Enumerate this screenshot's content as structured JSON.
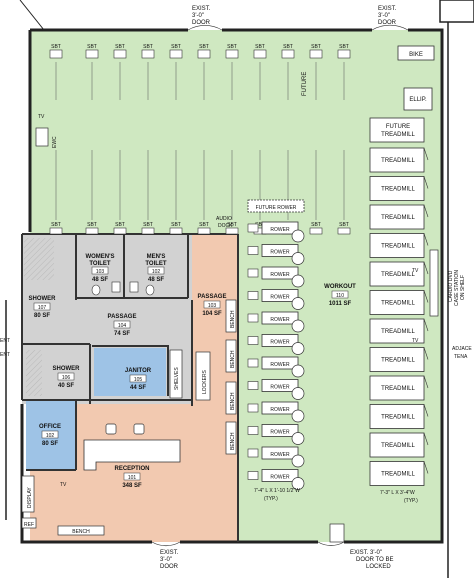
{
  "doors": {
    "top_left": [
      "EXIST.",
      "3'-0\"",
      "DOOR"
    ],
    "top_right": [
      "EXIST.",
      "3'-0\"",
      "DOOR"
    ],
    "bottom_left": [
      "EXIST.",
      "3'-0\"",
      "DOOR"
    ],
    "bottom_right": [
      "EXIST. 3'-0\"",
      "DOOR TO BE",
      "LOCKED"
    ]
  },
  "rooms": {
    "workout": {
      "name": "WORKOUT",
      "number": "110",
      "area": "1011 SF"
    },
    "passage103": {
      "name": "PASSAGE",
      "number": "103",
      "area": "104 SF"
    },
    "passage104": {
      "name": "PASSAGE",
      "number": "104",
      "area": "74 SF"
    },
    "womens": {
      "name": [
        "WOMEN'S",
        "TOILET"
      ],
      "number": "103",
      "area": "48 SF"
    },
    "mens": {
      "name": [
        "MEN'S",
        "TOILET"
      ],
      "number": "102",
      "area": "48 SF"
    },
    "shower107": {
      "name": "SHOWER",
      "number": "107",
      "area": "80 SF"
    },
    "shower106": {
      "name": "SHOWER",
      "number": "106",
      "area": "40 SF"
    },
    "janitor": {
      "name": "JANITOR",
      "number": "105",
      "area": "44 SF"
    },
    "office": {
      "name": "OFFICE",
      "number": "102",
      "area": "80 SF"
    },
    "reception": {
      "name": "RECEPTION",
      "number": "101",
      "area": "348 SF"
    }
  },
  "equipment": {
    "bike": "BIKE",
    "ellip": "ELLIP.",
    "future_treadmill": [
      "FUTURE",
      "TREADMILL"
    ],
    "treadmill": "TREADMILL",
    "future_rower": "FUTURE ROWER",
    "rower": "ROWER",
    "bench": "BENCH",
    "shelves": "SHELVES",
    "lockers": "LOCKERS",
    "future_vertical": "FUTURE",
    "sbt": "SBT",
    "tv": "TV",
    "ewc": "EWC",
    "audio_dock": [
      "AUDIO",
      "DOCK"
    ],
    "cardio_dvd": [
      "CARDIO DVD",
      "CASE STATION",
      "ON SHELF"
    ],
    "display": "DISPLAY",
    "ref": "REF",
    "adjacent": [
      "ADJACE",
      "TENA"
    ],
    "left_edge": [
      "ENT",
      "ENT"
    ]
  },
  "dimensions": {
    "rower_typ": [
      "7'-4\" L X 1'-10 1/2\"W",
      "(TYP.)"
    ],
    "treadmill_typ": [
      "7'-3\" L X 3'-4\"W",
      "(TYP.)"
    ]
  },
  "colors": {
    "workout": "#cfe8c1",
    "reception": "#f2c9b0",
    "wet": "#d2d2d2",
    "blue": "#9ec3e6",
    "wall": "#222222"
  }
}
